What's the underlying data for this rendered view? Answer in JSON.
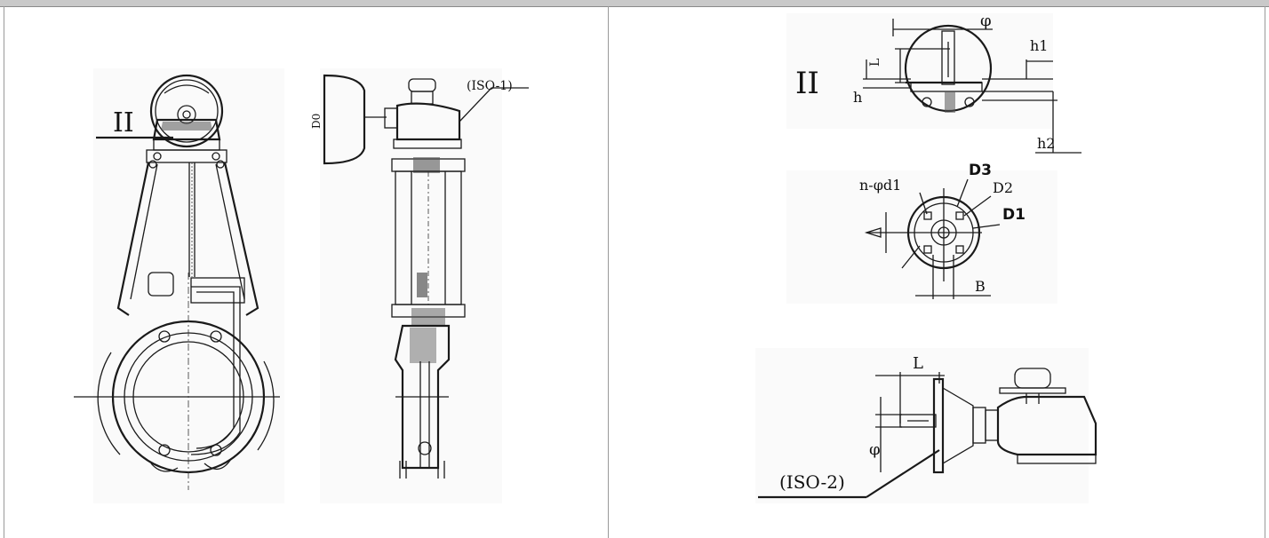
{
  "views": {
    "front_view_label": "II",
    "side_view_interface": "(ISO-1)",
    "side_view_dimension": "D0",
    "detail_view_label": "II",
    "gearbox_interface": "(ISO-2)"
  },
  "dimensions": {
    "phi_top": "φ",
    "h1": "h1",
    "L_top": "L",
    "h": "h",
    "h2": "h2",
    "n_phi_d1": "n-φd1",
    "D3": "D3",
    "D2": "D2",
    "D1": "D1",
    "B": "B",
    "L_bottom": "L",
    "phi_bottom": "φ"
  },
  "colors": {
    "line": "#1a1a1a",
    "hatch": "#555555",
    "border": "#9a9a9a",
    "band": "#c9c9c9"
  }
}
